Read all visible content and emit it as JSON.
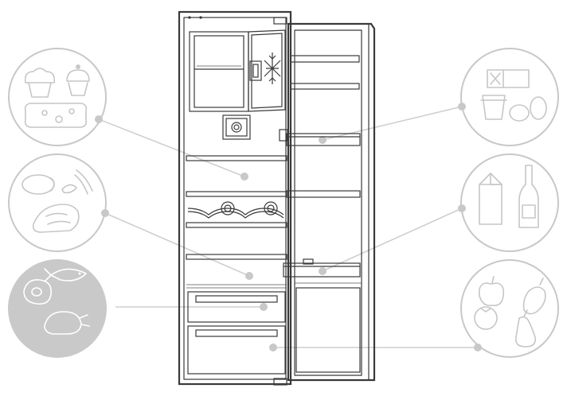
{
  "colors": {
    "outline": "#3a3a3a",
    "icon_grey": "#c6c6c6",
    "connector_grey": "#cfcfcf",
    "highlight_fill": "#c9c9c9"
  },
  "categories": [
    {
      "id": "baked-goods-cheese",
      "icons": [
        "muffin-icon",
        "cupcake-icon",
        "cheese-icon"
      ],
      "side": "left",
      "highlighted": false
    },
    {
      "id": "cold-cuts",
      "icons": [
        "sausage-icon",
        "ham-icon"
      ],
      "side": "left",
      "highlighted": false
    },
    {
      "id": "meat-fish-poultry",
      "icons": [
        "steak-icon",
        "fish-icon",
        "chicken-icon"
      ],
      "side": "left",
      "highlighted": true
    },
    {
      "id": "dairy-eggs",
      "icons": [
        "butter-icon",
        "yogurt-icon",
        "egg-icon"
      ],
      "side": "right",
      "highlighted": false
    },
    {
      "id": "drinks",
      "icons": [
        "milk-carton-icon",
        "bottle-icon"
      ],
      "side": "right",
      "highlighted": false
    },
    {
      "id": "fruit-vegetables",
      "icons": [
        "apple-icon",
        "pepper-icon",
        "tomato-icon",
        "pear-icon"
      ],
      "side": "right",
      "highlighted": false
    }
  ]
}
